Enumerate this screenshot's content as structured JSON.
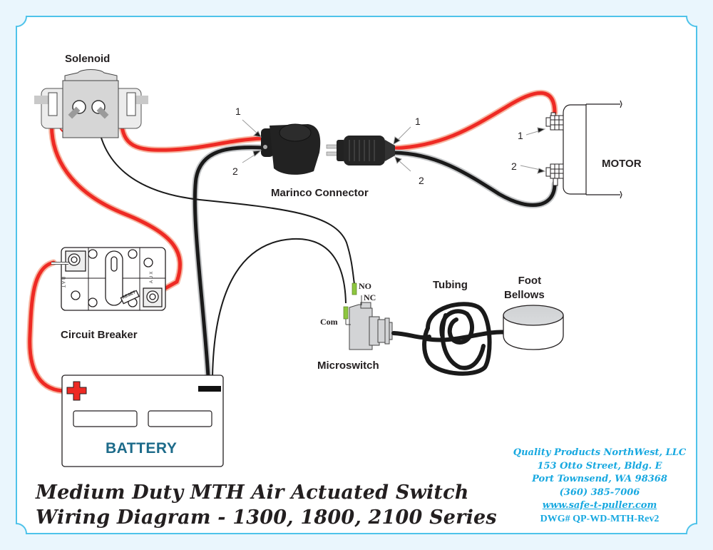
{
  "title": {
    "line1": "Medium Duty MTH Air Actuated Switch",
    "line2": "Wiring Diagram - 1300, 1800, 2100 Series"
  },
  "components": {
    "solenoid": "Solenoid",
    "marinco": "Marinco Connector",
    "motor": "MOTOR",
    "circuit_breaker": "Circuit Breaker",
    "microswitch": "Microswitch",
    "tubing": "Tubing",
    "foot_bellows_line1": "Foot",
    "foot_bellows_line2": "Bellows",
    "battery": "BATTERY"
  },
  "terminal_labels": {
    "marinco_left_1": "1",
    "marinco_left_2": "2",
    "marinco_right_1": "1",
    "marinco_right_2": "2",
    "motor_1": "1",
    "motor_2": "2",
    "microswitch_no": "NO",
    "microswitch_nc": "NC",
    "microswitch_com": "Com",
    "breaker_bat": "BAT",
    "breaker_aux": "AUX",
    "breaker_reset": "RESET"
  },
  "company": {
    "name": "Quality Products NorthWest, LLC",
    "street": "153 Otto Street, Bldg. E",
    "city": "Port Townsend, WA  98368",
    "phone": "(360) 385-7006",
    "website": "www.safe-t-puller.com",
    "drawing_number": "DWG# QP-WD-MTH-Rev2"
  },
  "colors": {
    "frame": "#4fc3ea",
    "background": "#eaf6fd",
    "positive_wire": "#ee2a24",
    "negative_wire": "#1a1a1a",
    "company_text": "#17a8e0",
    "battery_text": "#1d6b8a",
    "terminal_green": "#8dc63f"
  }
}
